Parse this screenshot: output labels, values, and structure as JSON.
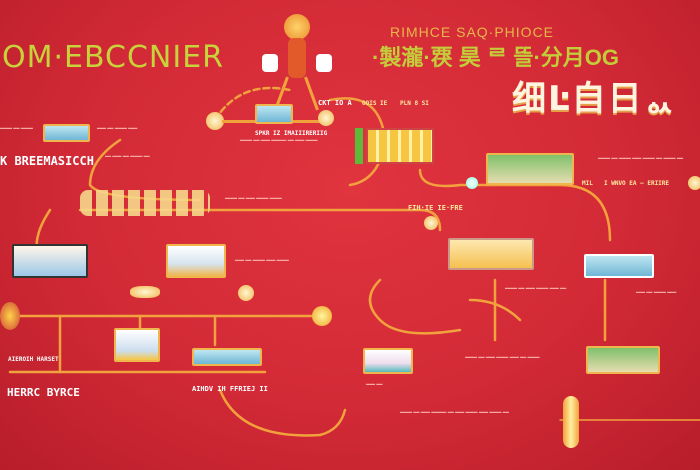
{
  "header": {
    "title_left": "OM·EBCCNIER",
    "title_right_small": "RIMHCE SAQ·PHIOCE",
    "title_cn_line1": "·製瀧·覄 昊 ᄅ 뜰·分月OG",
    "title_cn_line2": "细Ŀ自日ᇱ"
  },
  "labels": {
    "left_heading": "K BREEMASICCH",
    "bottom_left_heading": "HERRC BYRCE",
    "bottom_center_label": "AIHDV IH FFRIEJ II",
    "top_center_small": "CKT IO A",
    "top_center_caption": "SPKR IZ IMAIIIRERIIG",
    "cluster_top_left": "OOIS IE",
    "cluster_top_mid": "PLN 8 SI",
    "right_caption": "I WNVO EA — ERIIRE",
    "right_caption_prefix": "MIL",
    "mid_right_label": "FIH·IE IE·FRE",
    "bottom_left_sub": "AIEROIH HARSET"
  },
  "colors": {
    "background": "#d42a35",
    "accent_gold": "#f2a23c",
    "title_green": "#c8d23a",
    "text_white": "#ffffff"
  },
  "icons": [
    "monkey-mascot-icon",
    "laptop-icon",
    "monitor-icon",
    "printer-icon",
    "coin-icon",
    "gold-ingot-icon"
  ]
}
